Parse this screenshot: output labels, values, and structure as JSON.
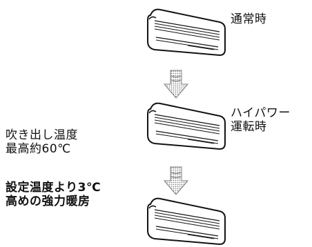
{
  "stages": [
    {
      "label_lines": [
        "通常時"
      ]
    },
    {
      "label_lines": [
        "ハイパワー",
        "運転時"
      ]
    },
    {
      "label_lines": []
    }
  ],
  "notes": [
    {
      "lines": [
        "吹き出し温度",
        "最高約60℃"
      ]
    },
    {
      "lines": [
        "設定温度より3℃",
        "高めの強力暖房"
      ]
    }
  ],
  "colors": {
    "line": "#111111",
    "arrow_stipple": "#999999",
    "background": "#ffffff"
  },
  "icons": [
    "air-conditioner-icon",
    "down-arrow-icon"
  ]
}
